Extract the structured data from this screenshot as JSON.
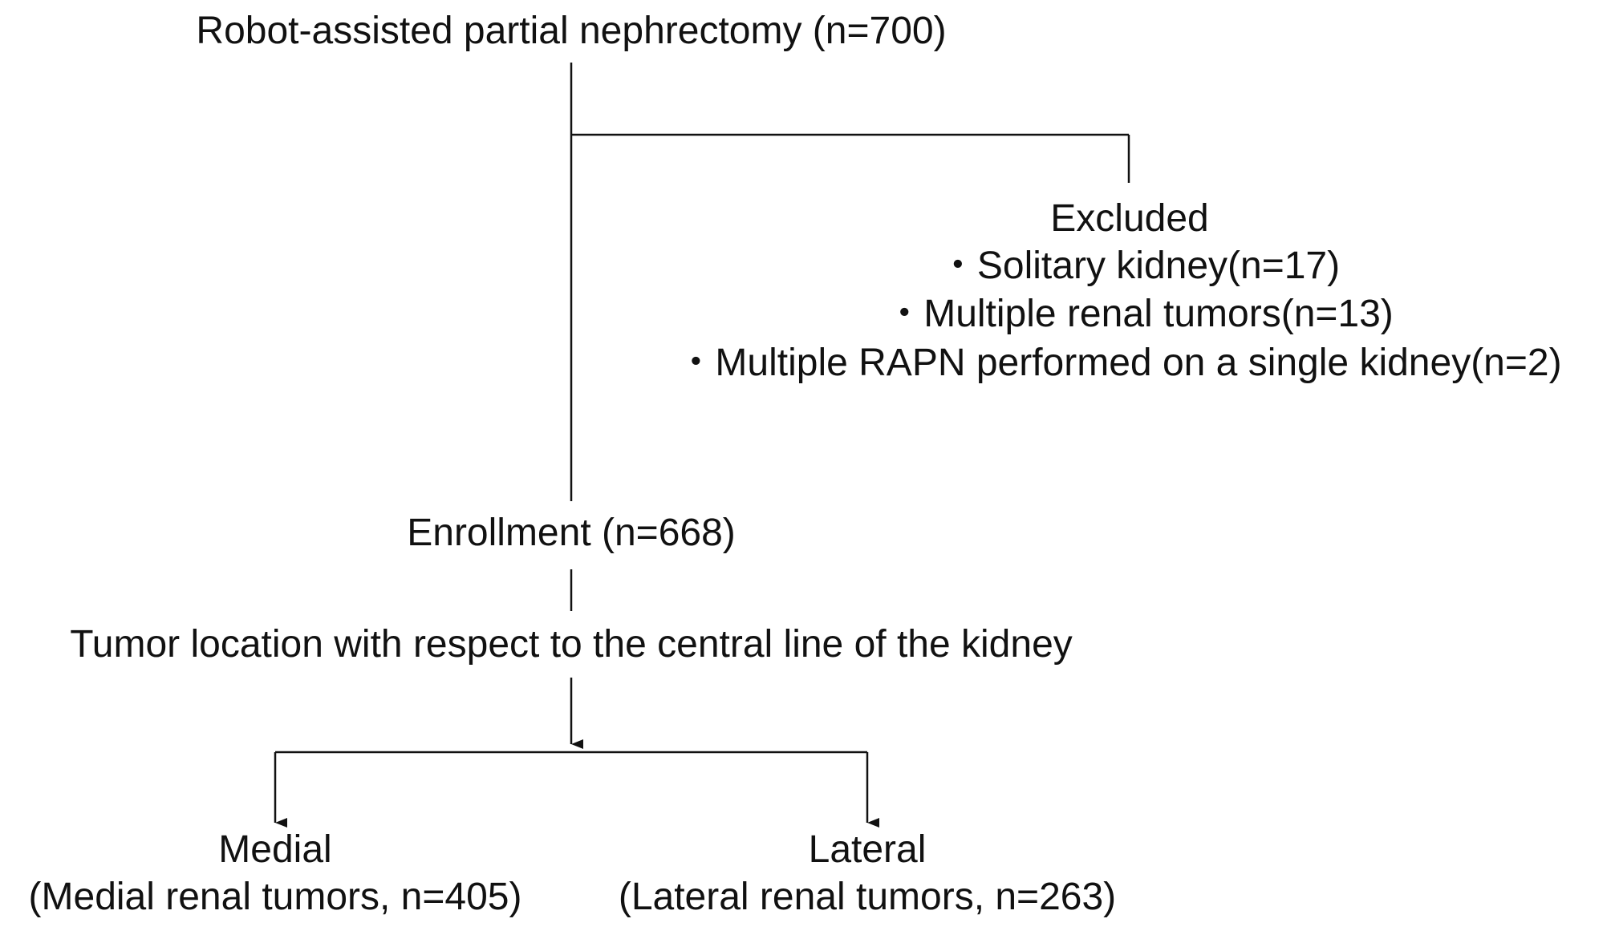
{
  "top": {
    "text": "Robot-assisted partial nephrectomy (n=700)"
  },
  "excluded": {
    "title": "Excluded",
    "items": [
      "・Solitary kidney(n=17)",
      "・Multiple renal tumors(n=13)",
      "・Multiple RAPN performed on a single kidney(n=2)"
    ]
  },
  "enrollment": {
    "text": "Enrollment (n=668)"
  },
  "criterion": {
    "text": "Tumor location with respect to the central line of the kidney"
  },
  "groups": [
    {
      "name": "Medial",
      "detail": "(Medial renal tumors, n=405)"
    },
    {
      "name": "Lateral",
      "detail": "(Lateral renal tumors, n=263)"
    }
  ]
}
